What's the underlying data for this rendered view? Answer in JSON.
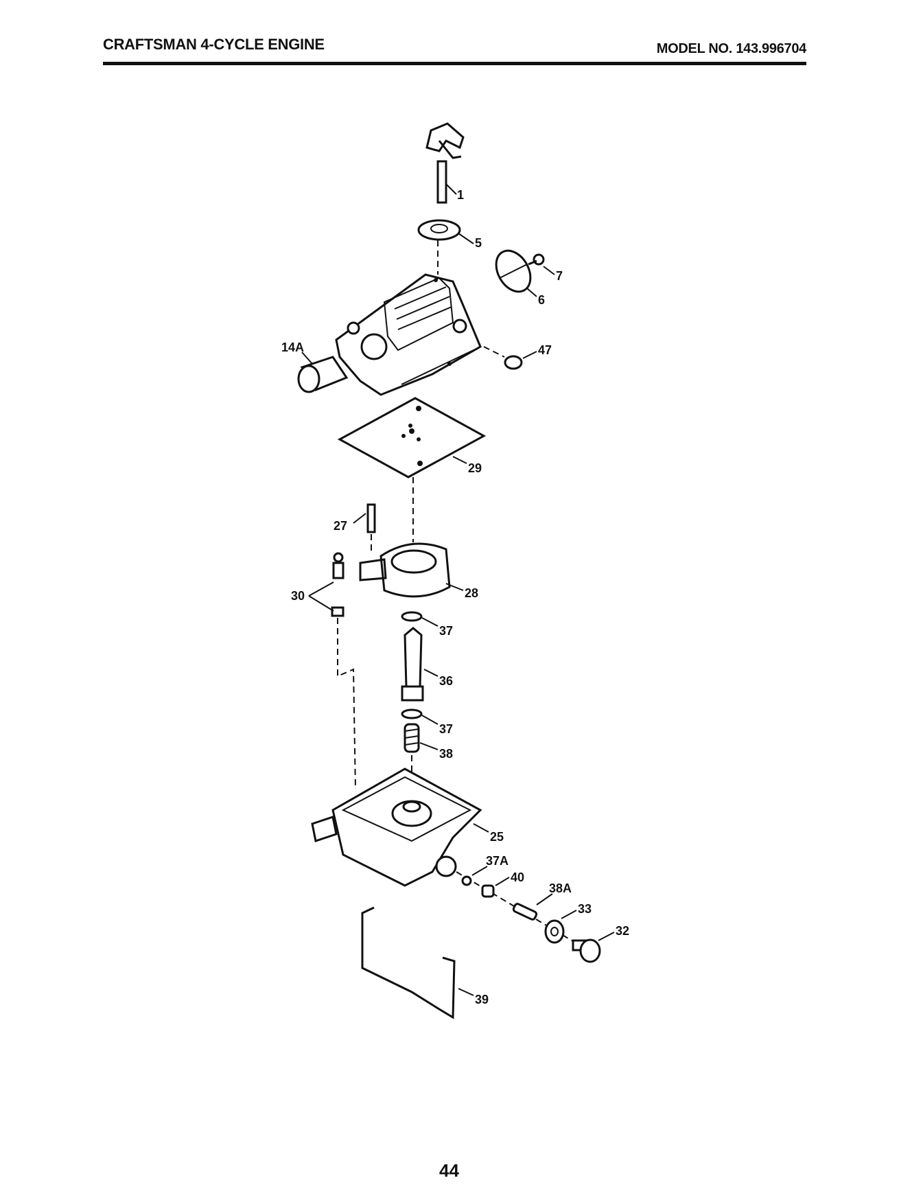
{
  "header": {
    "title": "CRAFTSMAN 4-CYCLE ENGINE",
    "model": "MODEL NO. 143.996704"
  },
  "callouts": [
    "1",
    "5",
    "7",
    "6",
    "47",
    "14A",
    "29",
    "27",
    "28",
    "30",
    "37",
    "36",
    "37",
    "38",
    "25",
    "37A",
    "40",
    "38A",
    "33",
    "32",
    "39"
  ],
  "footer": {
    "page_number": "44"
  }
}
